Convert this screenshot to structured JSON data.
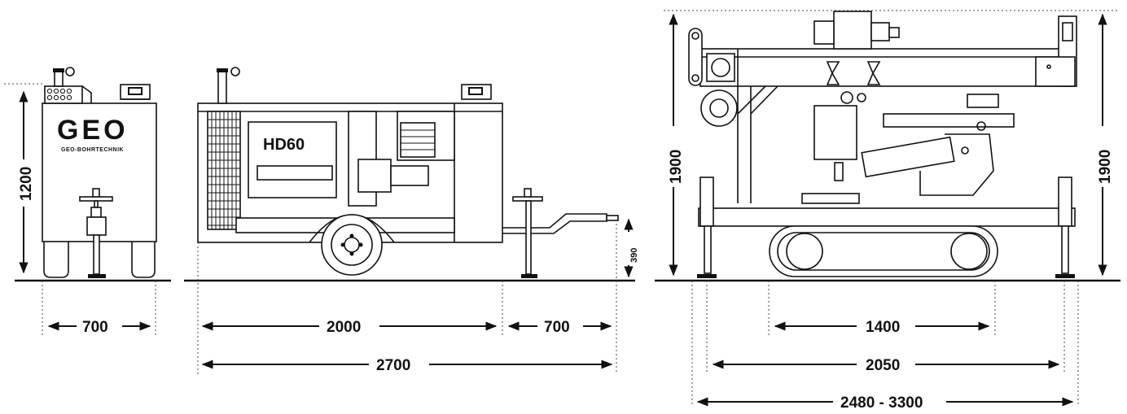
{
  "logo": {
    "text": "GEO",
    "subtext": "GEO-BOHRTECHNIK"
  },
  "model": "HD60",
  "dimensions": {
    "front_height": "1200",
    "front_width": "700",
    "side_length": "2000",
    "drawbar_length": "700",
    "total_length": "2700",
    "drawbar_height": "390",
    "mast_height_left": "1900",
    "mast_height_right": "1900",
    "track_length": "1400",
    "outrigger_span": "2050",
    "outrigger_range": "2480 - 3300"
  }
}
